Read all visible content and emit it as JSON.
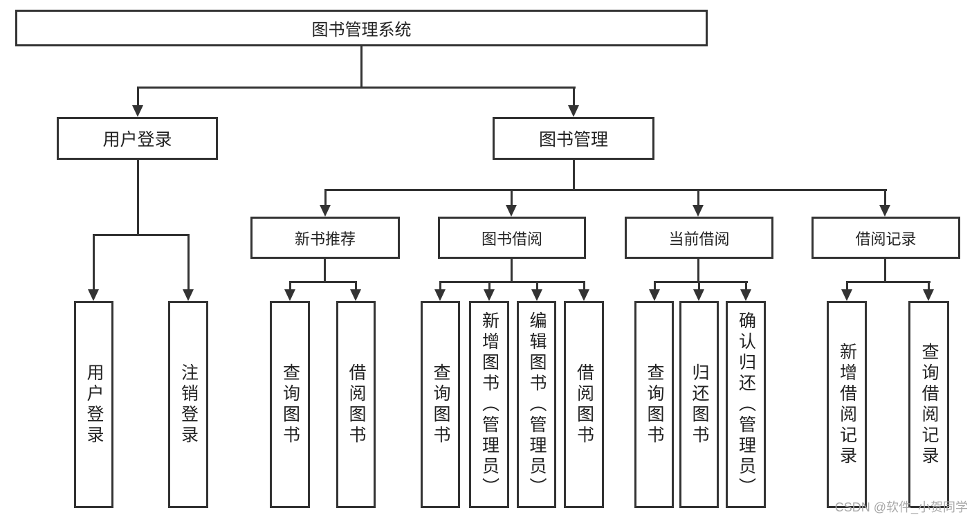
{
  "colors": {
    "line": "#333333",
    "text": "#222222",
    "background": "#ffffff",
    "watermark": "#a8a8a8"
  },
  "root": {
    "label": "图书管理系统",
    "children": [
      {
        "label": "用户登录",
        "children": [
          {
            "label": "用户登录"
          },
          {
            "label": "注销登录"
          }
        ]
      },
      {
        "label": "图书管理",
        "children": [
          {
            "label": "新书推荐",
            "children": [
              {
                "label": "查询图书"
              },
              {
                "label": "借阅图书"
              }
            ]
          },
          {
            "label": "图书借阅",
            "children": [
              {
                "label": "查询图书"
              },
              {
                "label": "新增图书（管理员）"
              },
              {
                "label": "编辑图书（管理员）"
              },
              {
                "label": "借阅图书"
              }
            ]
          },
          {
            "label": "当前借阅",
            "children": [
              {
                "label": "查询图书"
              },
              {
                "label": "归还图书"
              },
              {
                "label": "确认归还（管理员）"
              }
            ]
          },
          {
            "label": "借阅记录",
            "children": [
              {
                "label": "新增借阅记录"
              },
              {
                "label": "查询借阅记录"
              }
            ]
          }
        ]
      }
    ]
  },
  "watermark": {
    "text": "CSDN @软件_小贺同学"
  }
}
